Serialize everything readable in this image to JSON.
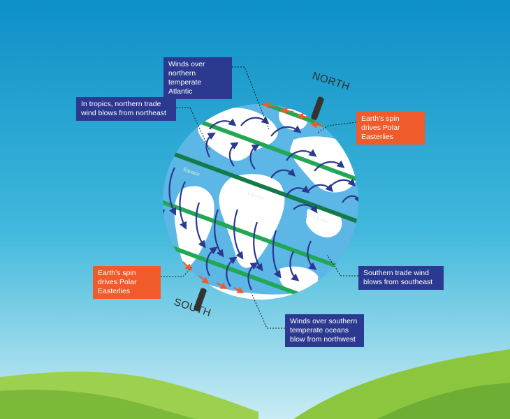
{
  "callouts": {
    "northern_atlantic": "Winds over northern temperate Atlantic",
    "northern_trade": "In tropics, northern trade wind blows from northeast",
    "polar_north": "Earth's spin drives Polar Easterlies",
    "polar_south": "Earth's spin drives Polar Easterlies",
    "southern_trade": "Southern trade wind blows from southeast",
    "southern_temperate": "Winds over southern temperate oceans blow from northwest"
  },
  "poles": {
    "north": "NORTH",
    "south": "SOUTH"
  },
  "equator_label": "Equator",
  "colors": {
    "sky_top": "#0d8fc7",
    "sky_bottom": "#c9ecf4",
    "ocean": "#5cb6e6",
    "land": "#ffffff",
    "belt": "#22a855",
    "equator_belt": "#137a4a",
    "wind_arrow": "#2b3990",
    "polar_arrow": "#f15a2b",
    "callout_blue": "#2b3990",
    "callout_orange": "#f15a2b",
    "hills": "#8cc63f"
  }
}
